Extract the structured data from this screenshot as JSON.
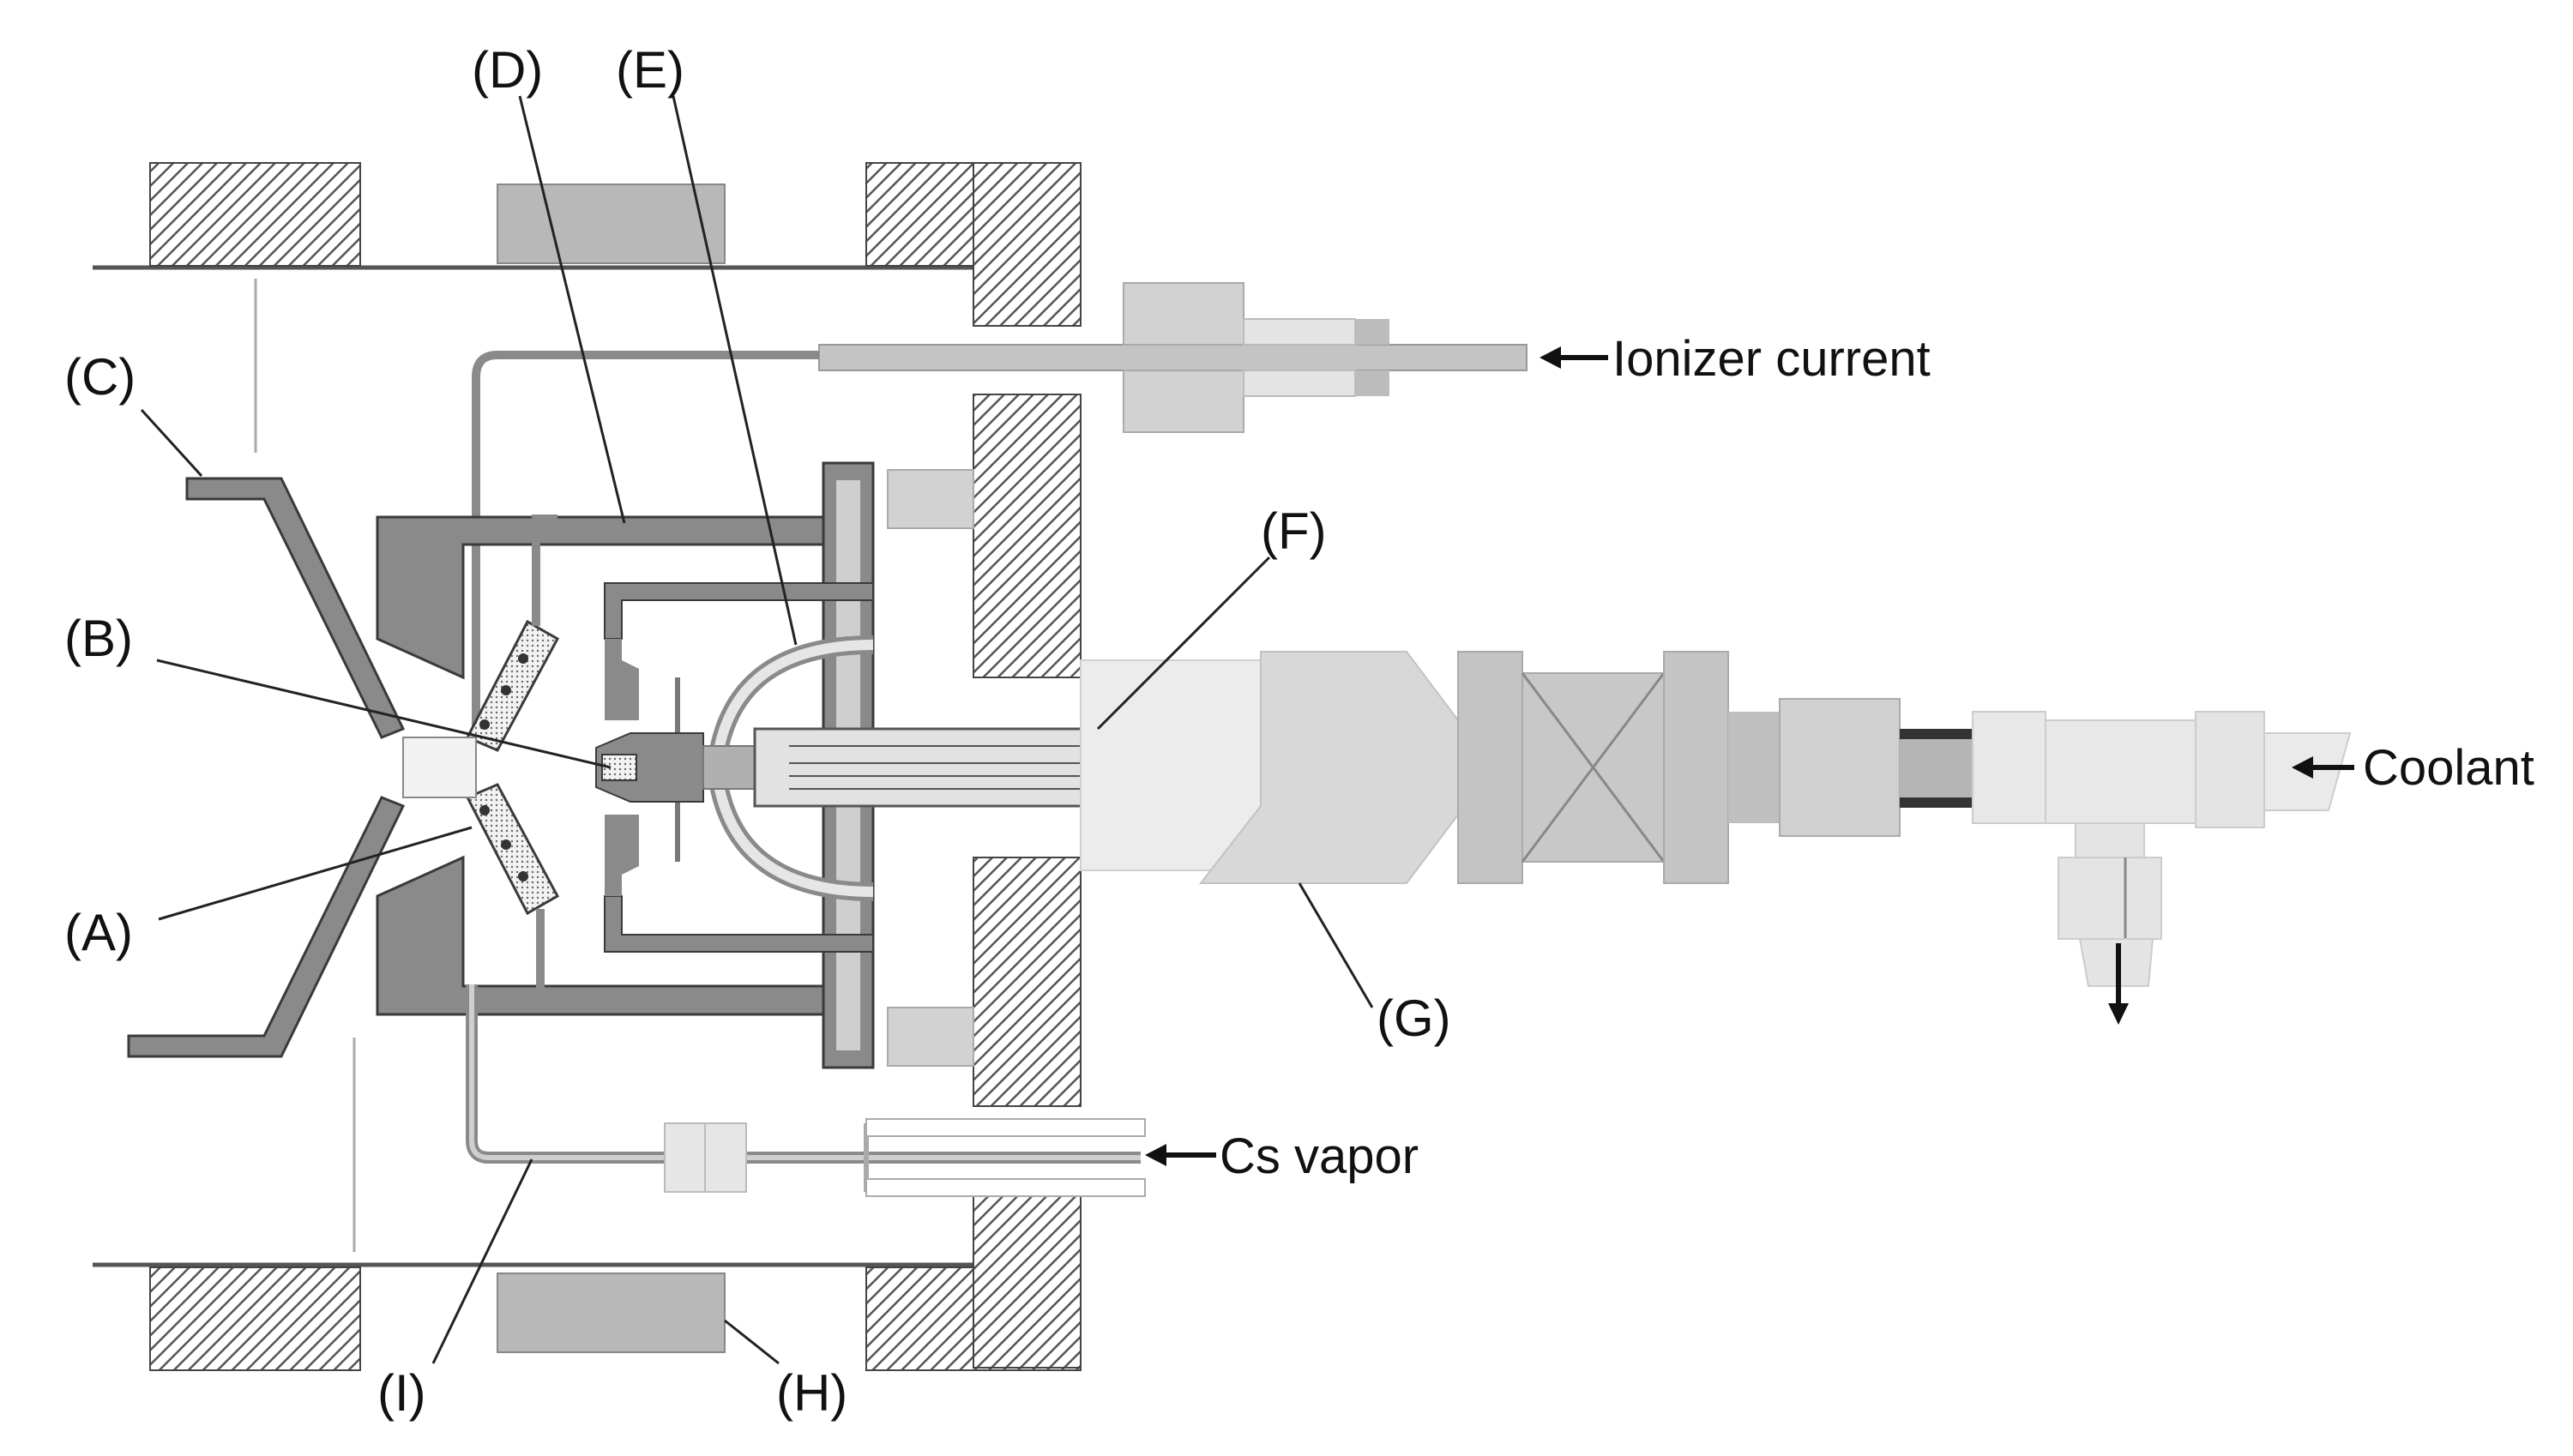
{
  "labels": {
    "A": "(A)",
    "B": "(B)",
    "C": "(C)",
    "D": "(D)",
    "E": "(E)",
    "F": "(F)",
    "G": "(G)",
    "H": "(H)",
    "I": "(I)"
  },
  "flows": {
    "ionizer_current": "Ionizer current",
    "cs_vapor": "Cs vapor",
    "coolant": "Coolant"
  },
  "colors": {
    "dark_gray": "#8a8a8a",
    "mid_gray": "#b8b8b8",
    "light_gray": "#d2d2d2",
    "pale_gray": "#e4e4e4",
    "hatch": "#555555",
    "outline": "#3a3a3a"
  }
}
